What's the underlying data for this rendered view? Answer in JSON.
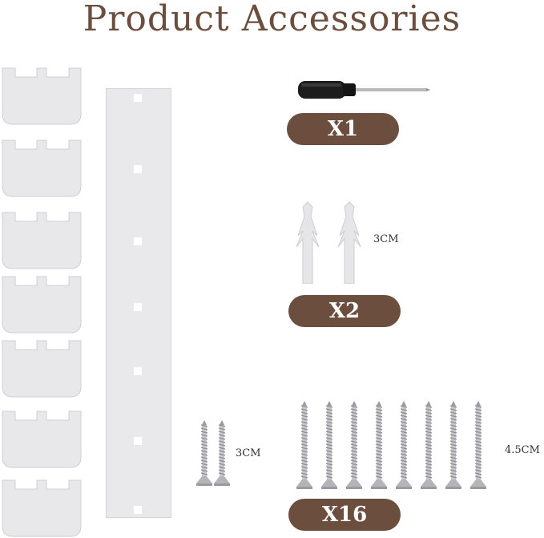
{
  "title": "Product Accessories",
  "screwdriver": {
    "qty_label": "X1"
  },
  "anchors": {
    "length_label": "3CM",
    "qty_label": "X2"
  },
  "short_screws": {
    "length_label": "3CM"
  },
  "long_screws": {
    "length_label": "4.5CM",
    "qty_label": "X16"
  },
  "colors": {
    "accent": "#6b4e3d",
    "part_gray": "#e8e8ea",
    "part_edge": "#cfcfd3"
  },
  "parts": {
    "bracket_count": 7,
    "long_screw_count": 8,
    "short_screw_count": 2
  }
}
